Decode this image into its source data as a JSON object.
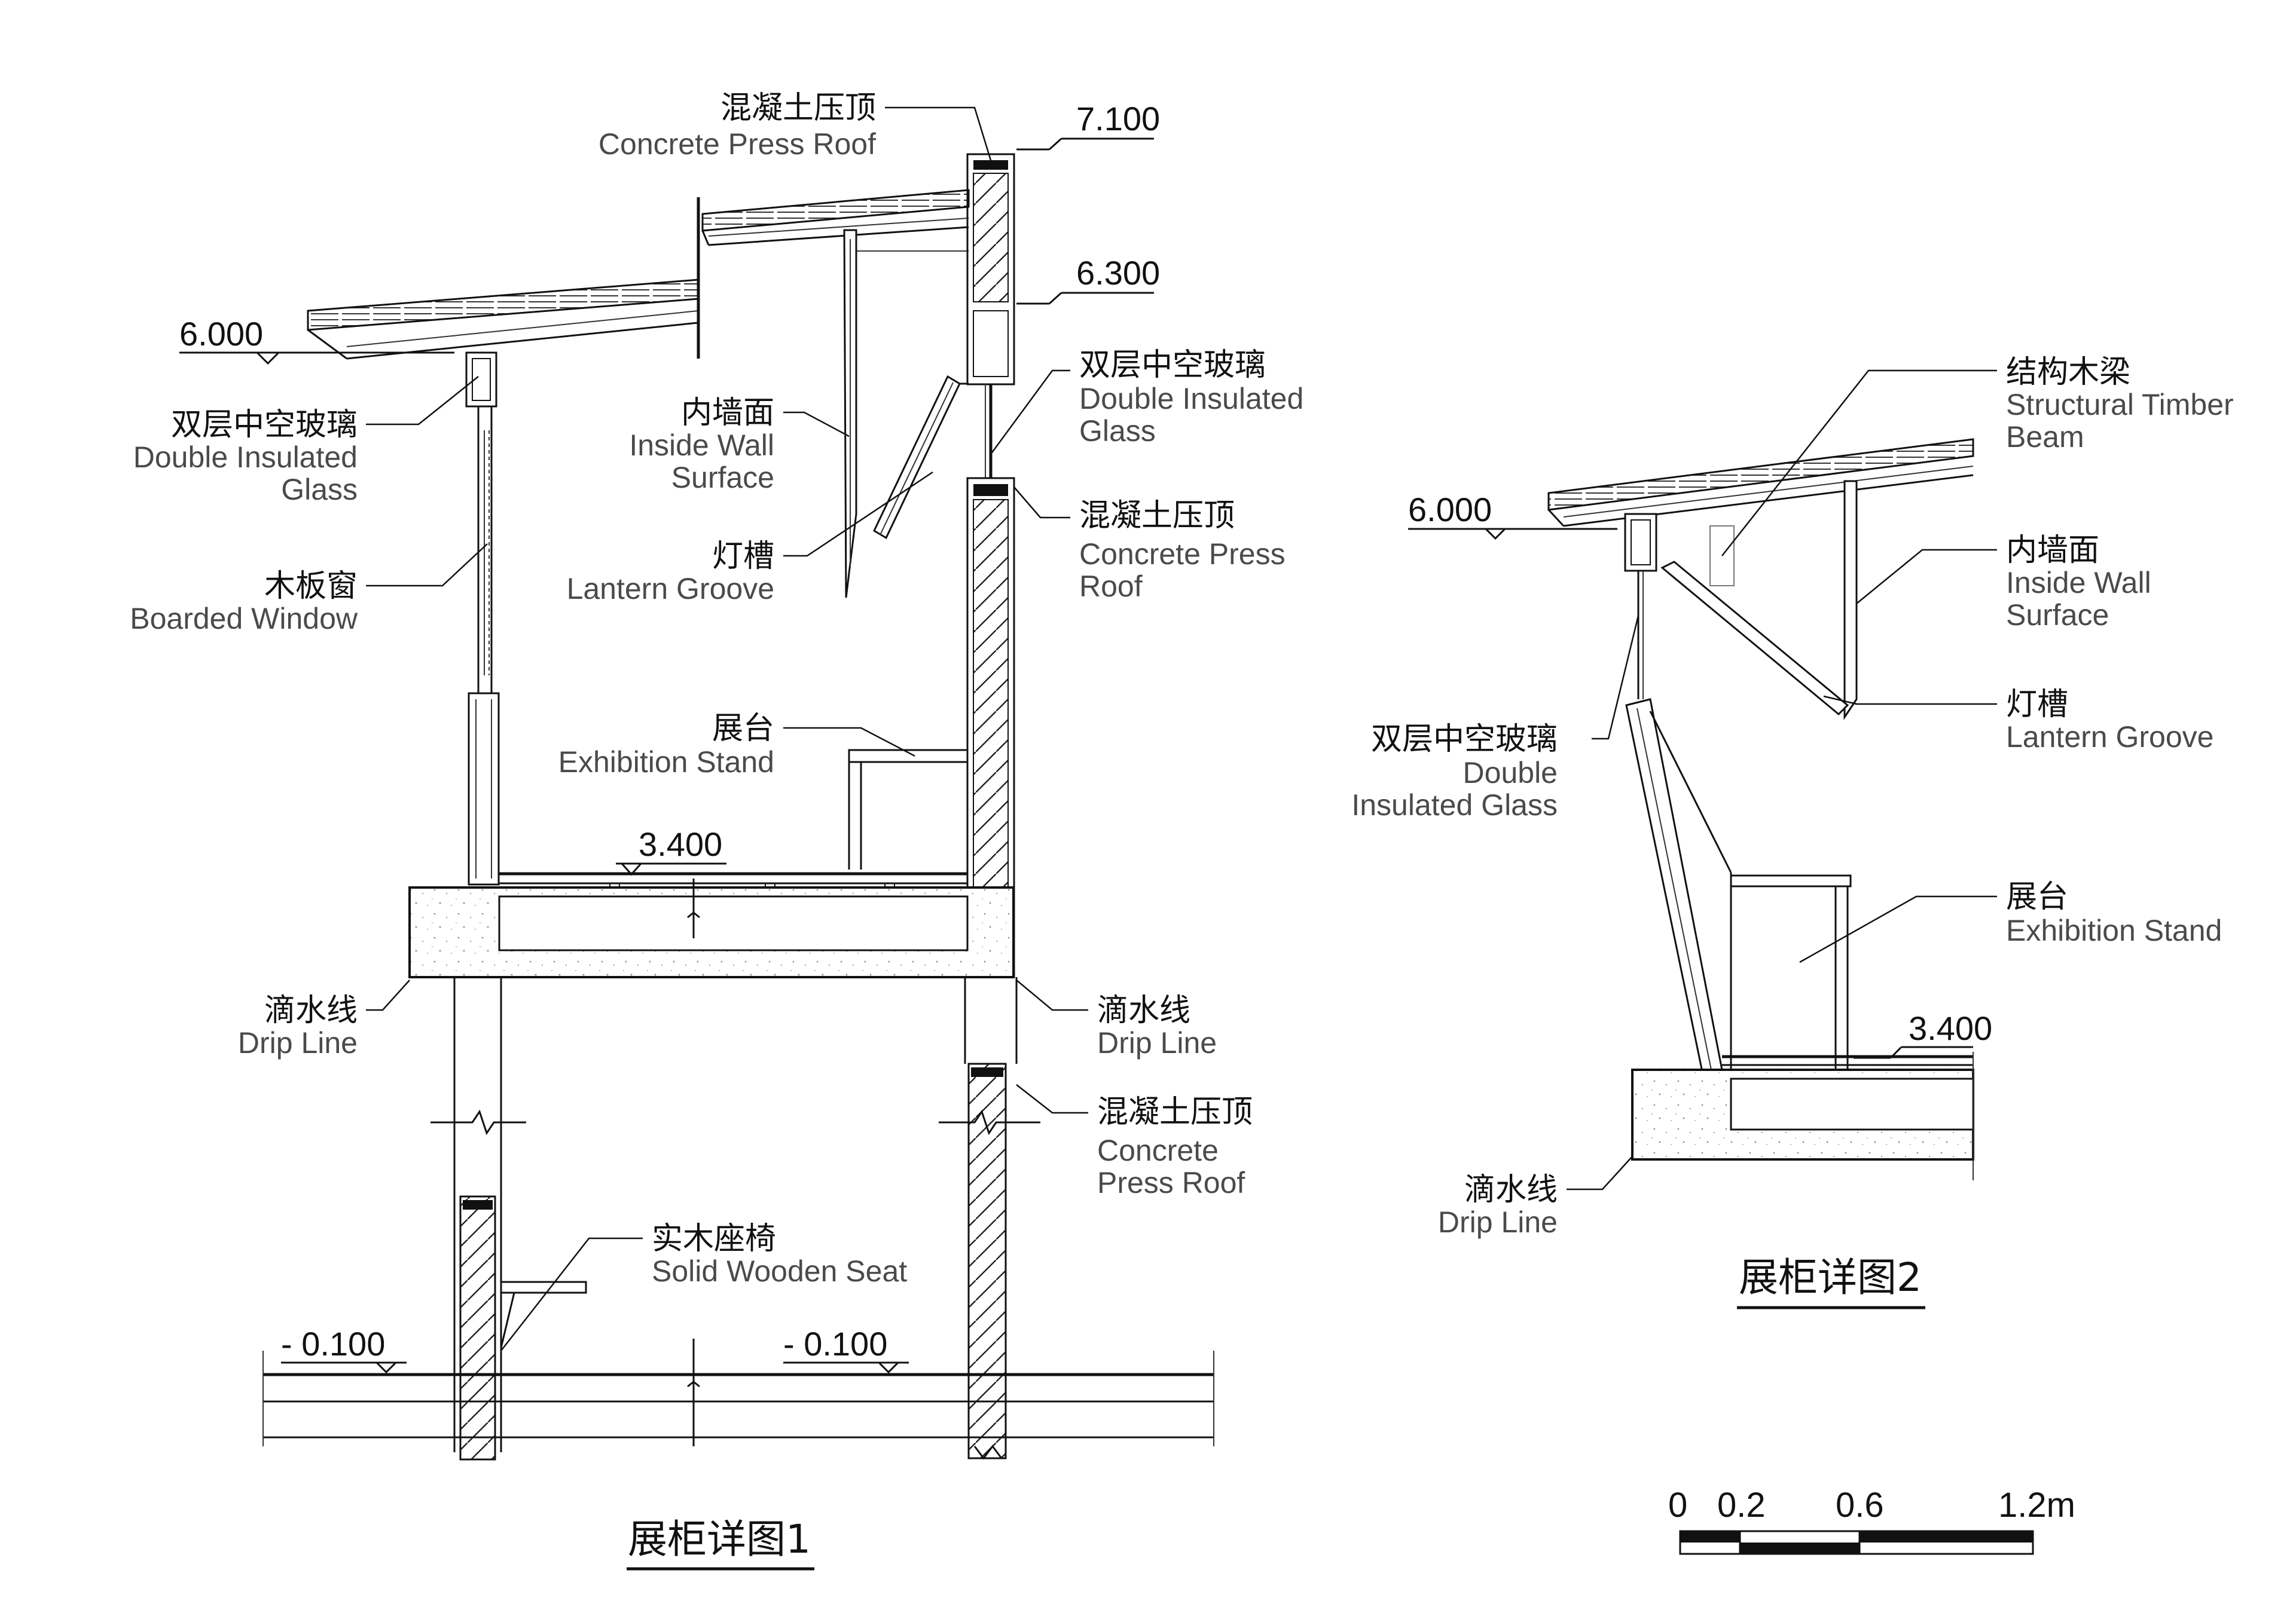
{
  "detail1": {
    "title": "展柜详图1",
    "levels": {
      "roof_low": "6.000",
      "roof_top": "7.100",
      "roof_mid": "6.300",
      "floor": "3.400",
      "ground_left": "- 0.100",
      "ground_right": "- 0.100"
    },
    "labels": {
      "concrete_press_roof_top": {
        "zh": "混凝土压顶",
        "en": "Concrete Press Roof"
      },
      "double_glass_left": {
        "zh": "双层中空玻璃",
        "en1": "Double Insulated",
        "en2": "Glass"
      },
      "inside_wall": {
        "zh": "内墙面",
        "en1": "Inside Wall",
        "en2": "Surface"
      },
      "double_glass_right": {
        "zh": "双层中空玻璃",
        "en1": "Double Insulated",
        "en2": "Glass"
      },
      "boarded_window": {
        "zh": "木板窗",
        "en": "Boarded Window"
      },
      "lantern_groove": {
        "zh": "灯槽",
        "en": "Lantern Groove"
      },
      "concrete_press_roof_mid": {
        "zh": "混凝土压顶",
        "en1": "Concrete Press",
        "en2": "Roof"
      },
      "exhibition_stand": {
        "zh": "展台",
        "en": "Exhibition Stand"
      },
      "drip_line_left": {
        "zh": "滴水线",
        "en": "Drip Line"
      },
      "drip_line_right": {
        "zh": "滴水线",
        "en": "Drip Line"
      },
      "concrete_press_roof_low": {
        "zh": "混凝土压顶",
        "en1": "Concrete",
        "en2": "Press Roof"
      },
      "wooden_seat": {
        "zh": "实木座椅",
        "en": "Solid Wooden Seat"
      }
    }
  },
  "detail2": {
    "title": "展柜详图2",
    "levels": {
      "roof": "6.000",
      "floor": "3.400"
    },
    "labels": {
      "timber_beam": {
        "zh": "结构木梁",
        "en1": "Structural Timber",
        "en2": "Beam"
      },
      "inside_wall": {
        "zh": "内墙面",
        "en1": "Inside Wall",
        "en2": "Surface"
      },
      "lantern_groove": {
        "zh": "灯槽",
        "en": "Lantern Groove"
      },
      "double_glass": {
        "zh": "双层中空玻璃",
        "en1": "Double",
        "en2": "Insulated Glass"
      },
      "exhibition_stand": {
        "zh": "展台",
        "en": "Exhibition Stand"
      },
      "drip_line": {
        "zh": "滴水线",
        "en": "Drip Line"
      }
    }
  },
  "scale_bar": {
    "ticks": [
      "0",
      "0.2",
      "0.6",
      "1.2m"
    ]
  }
}
